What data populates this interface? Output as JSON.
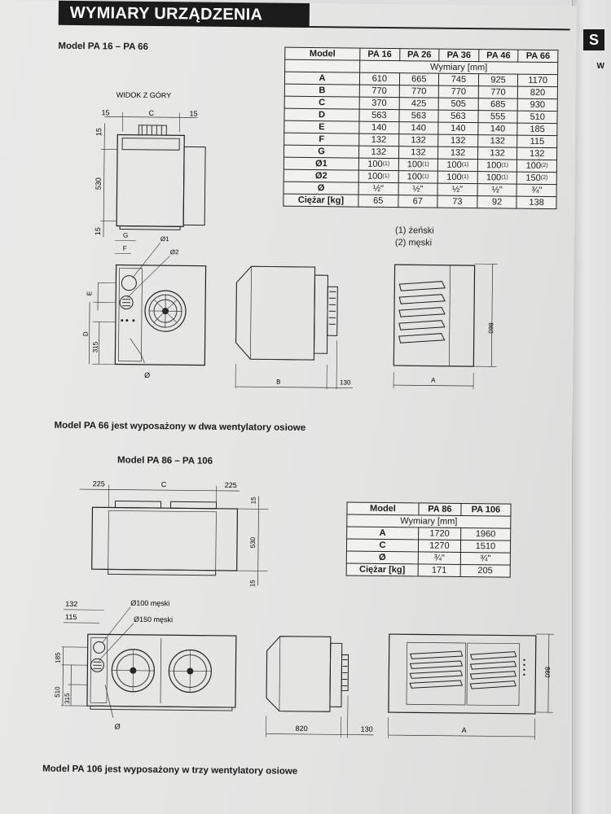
{
  "header": {
    "title": "WYMIARY URZĄDZENIA"
  },
  "side_page": {
    "tab_letter": "S",
    "text": "W"
  },
  "model_small": {
    "heading": "Model PA 16 – PA 66",
    "view_label": "WIDOK Z GÓRY",
    "table": {
      "header_label": "Model",
      "models": [
        "PA 16",
        "PA 26",
        "PA 36",
        "PA 46",
        "PA 66"
      ],
      "subheader": "Wymiary [mm]",
      "rows": [
        {
          "label": "A",
          "values": [
            "610",
            "665",
            "745",
            "925",
            "1170"
          ]
        },
        {
          "label": "B",
          "values": [
            "770",
            "770",
            "770",
            "770",
            "820"
          ]
        },
        {
          "label": "C",
          "values": [
            "370",
            "425",
            "505",
            "685",
            "930"
          ]
        },
        {
          "label": "D",
          "values": [
            "563",
            "563",
            "563",
            "555",
            "510"
          ]
        },
        {
          "label": "E",
          "values": [
            "140",
            "140",
            "140",
            "140",
            "185"
          ]
        },
        {
          "label": "F",
          "values": [
            "132",
            "132",
            "132",
            "132",
            "115"
          ]
        },
        {
          "label": "G",
          "values": [
            "132",
            "132",
            "132",
            "132",
            "132"
          ]
        },
        {
          "label": "Ø1",
          "values": [
            "100",
            "100",
            "100",
            "100",
            "100"
          ],
          "sups": [
            "(1)",
            "(1)",
            "(1)",
            "(1)",
            "(2)"
          ]
        },
        {
          "label": "Ø2",
          "values": [
            "100",
            "100",
            "100",
            "100",
            "150"
          ],
          "sups": [
            "(1)",
            "(1)",
            "(1)",
            "(1)",
            "(2)"
          ]
        },
        {
          "label": "Ø",
          "values": [
            "½\"",
            "½\"",
            "½\"",
            "½\"",
            "¾\""
          ]
        },
        {
          "label": "Ciężar [kg]",
          "values": [
            "65",
            "67",
            "73",
            "92",
            "138"
          ]
        }
      ]
    },
    "footnotes": [
      "(1) żeński",
      "(2) męski"
    ],
    "dims": {
      "top_15_left": "15",
      "top_C": "C",
      "top_15_right": "15",
      "side_15_top": "15",
      "side_530": "530",
      "side_15_bottom": "15",
      "G": "G",
      "F": "F",
      "phi1": "Ø1",
      "phi2": "Ø2",
      "E": "E",
      "D": "D",
      "d315": "315",
      "phi": "Ø",
      "B": "B",
      "d130": "130",
      "A": "A",
      "d860": "860"
    },
    "note": "Model PA 66 jest wyposażony w dwa wentylatory osiowe"
  },
  "model_large": {
    "heading": "Model PA 86 – PA 106",
    "table": {
      "header_label": "Model",
      "models": [
        "PA 86",
        "PA 106"
      ],
      "subheader": "Wymiary [mm]",
      "rows": [
        {
          "label": "A",
          "values": [
            "1720",
            "1960"
          ]
        },
        {
          "label": "C",
          "values": [
            "1270",
            "1510"
          ]
        },
        {
          "label": "Ø",
          "values": [
            "¾\"",
            "¾\""
          ]
        },
        {
          "label": "Ciężar [kg]",
          "values": [
            "171",
            "205"
          ]
        }
      ]
    },
    "dims": {
      "d225_left": "225",
      "C": "C",
      "d225_right": "225",
      "d15_top": "15",
      "d530": "530",
      "d15_bottom": "15",
      "d132": "132",
      "d115": "115",
      "phi100": "Ø100 męski",
      "phi150": "Ø150 męski",
      "d185": "185",
      "d510": "510",
      "d315": "315",
      "phi": "Ø",
      "d820": "820",
      "d130": "130",
      "A": "A",
      "d860": "860"
    },
    "note": "Model PA 106 jest wyposażony w trzy wentylatory osiowe"
  }
}
